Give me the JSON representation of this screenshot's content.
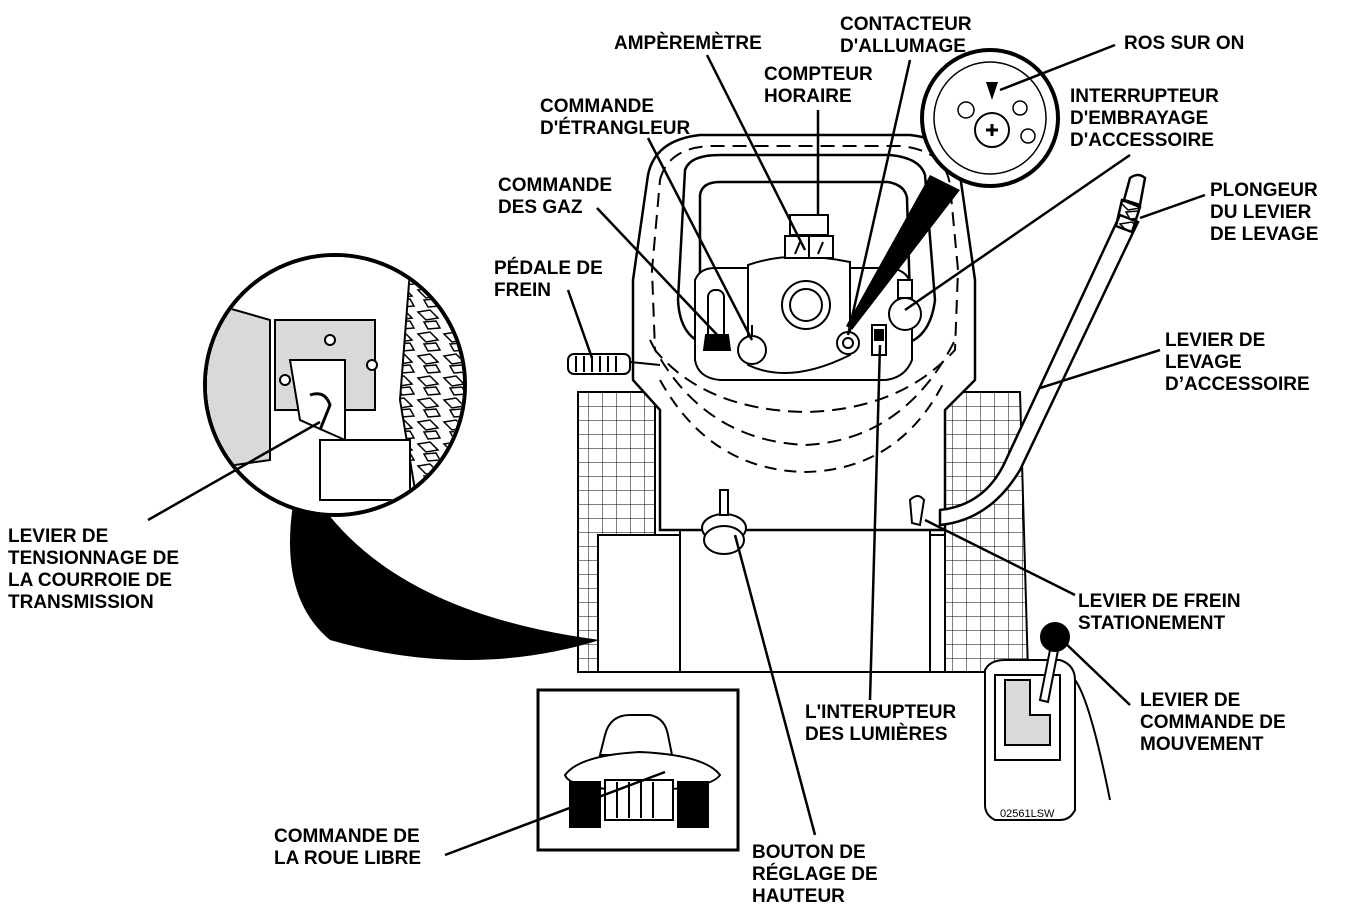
{
  "colors": {
    "ink": "#000000",
    "paper": "#ffffff",
    "shade": "#d9d9d9"
  },
  "figure_code": "02561LSW",
  "labels": {
    "amperemetre": [
      "AMPÈREMÈTRE"
    ],
    "contacteur_allumage": [
      "CONTACTEUR",
      "D'ALLUMAGE"
    ],
    "ros_sur_on": [
      "ROS SUR ON"
    ],
    "compteur_horaire": [
      "COMPTEUR",
      "HORAIRE"
    ],
    "commande_etrangleur": [
      "COMMANDE",
      "D'ÉTRANGLEUR"
    ],
    "interrupteur_embrayage": [
      "INTERRUPTEUR",
      "D'EMBRAYAGE",
      "D'ACCESSOIRE"
    ],
    "commande_gaz": [
      "COMMANDE",
      "DES GAZ"
    ],
    "plongeur_levier": [
      "PLONGEUR",
      "DU LEVIER",
      "DE LEVAGE"
    ],
    "pedale_frein": [
      "PÉDALE DE",
      "FREIN"
    ],
    "levier_levage_accessoire": [
      "LEVIER DE",
      "LEVAGE",
      "D’ACCESSOIRE"
    ],
    "levier_tensionnage": [
      "LEVIER DE",
      "TENSIONNAGE DE",
      "LA COURROIE DE",
      "TRANSMISSION"
    ],
    "levier_frein_stationement": [
      "LEVIER DE FREIN",
      "STATIONEMENT"
    ],
    "levier_commande_mouvement": [
      "LEVIER DE",
      "COMMANDE DE",
      "MOUVEMENT"
    ],
    "interrupteur_lumieres": [
      "L'INTERUPTEUR",
      "DES LUMIÈRES"
    ],
    "commande_roue_libre": [
      "COMMANDE DE",
      "LA ROUE LIBRE"
    ],
    "bouton_reglage_hauteur": [
      "BOUTON DE",
      "RÉGLAGE DE",
      "HAUTEUR"
    ]
  },
  "icons": [
    "ignition-key-icon",
    "stop-icon",
    "rabbit-icon",
    "turtle-icon",
    "headlight-icon"
  ]
}
